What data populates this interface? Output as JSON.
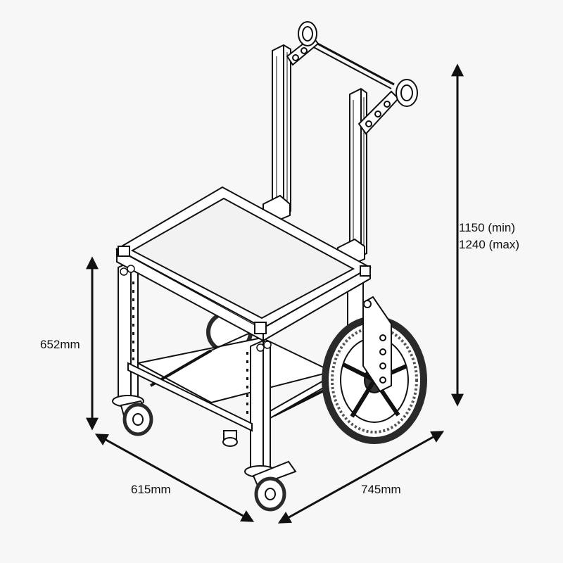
{
  "dimensions": {
    "height_total_min": "1150 (min)",
    "height_total_max": "1240 (max)",
    "height_table": "652mm",
    "width": "615mm",
    "depth": "745mm"
  },
  "colors": {
    "background": "#f7f7f7",
    "line": "#111111",
    "tyre": "#2a2a2a"
  }
}
